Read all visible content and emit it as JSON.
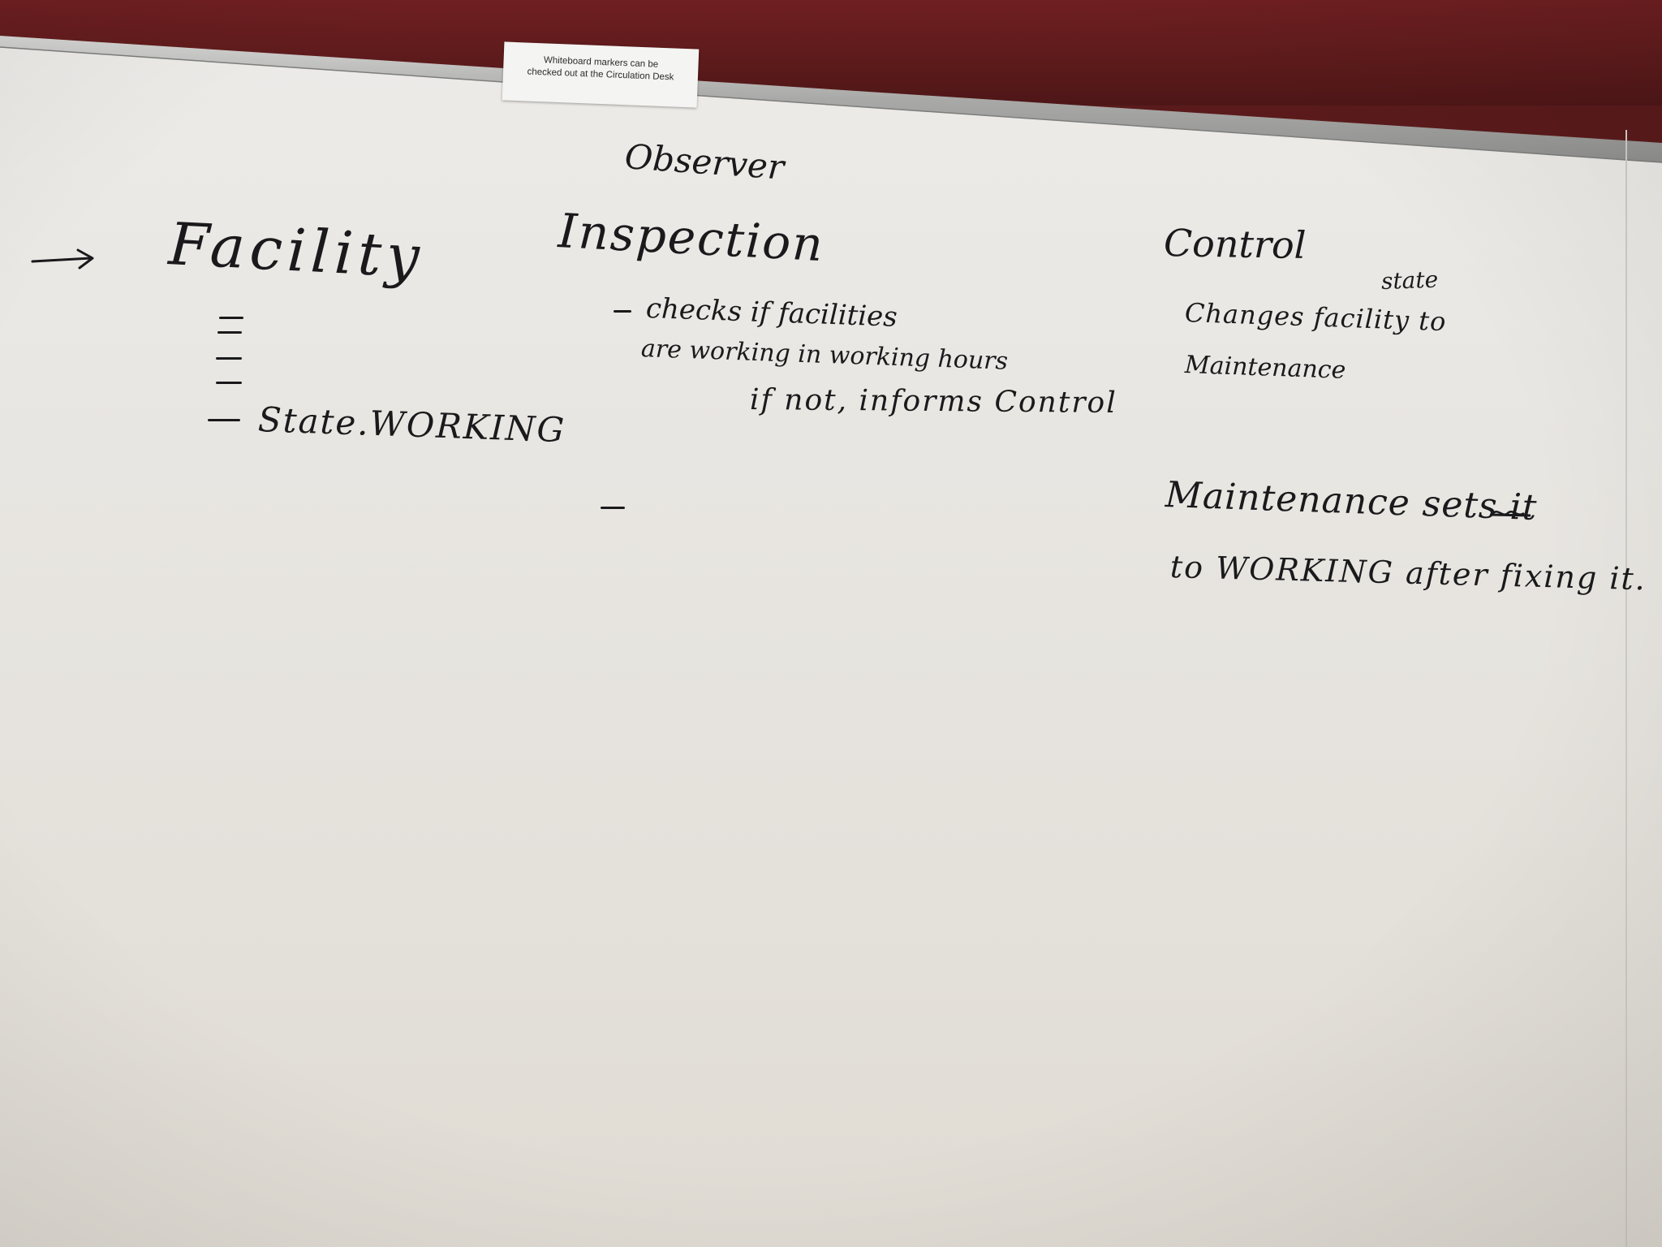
{
  "notice": {
    "line1": "Whiteboard markers can be",
    "line2": "checked out at the Circulation Desk"
  },
  "board": {
    "pattern_title": "Observer",
    "facility": {
      "arrow_icon": "arrow-right-icon",
      "title": "Facility",
      "state_line": "State.WORKING"
    },
    "inspection": {
      "title": "Inspection",
      "line1": "checks if facilities",
      "line2": "are working in working hours",
      "line3": "if not, informs Control"
    },
    "control": {
      "title": "Control",
      "inserted_word": "state",
      "line1": "Changes facility to",
      "line2": "Maintenance",
      "line3": "Maintenance sets it",
      "line4": "to WORKING after fixing it."
    }
  },
  "colors": {
    "wall": "#5c1a1b",
    "board": "#efede8",
    "ink": "#1a1a1c",
    "frame": "#b9b9b7"
  }
}
